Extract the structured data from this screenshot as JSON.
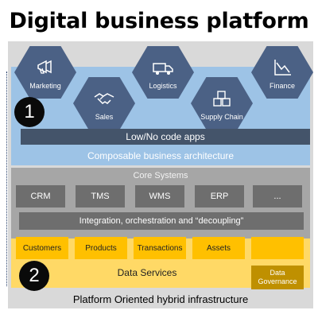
{
  "title": "Digital business platform",
  "business_apps": [
    {
      "label": "Marketing",
      "icon": "megaphone-icon"
    },
    {
      "label": "Sales",
      "icon": "handshake-icon"
    },
    {
      "label": "Logistics",
      "icon": "truck-icon"
    },
    {
      "label": "Supply Chain",
      "icon": "boxes-icon"
    },
    {
      "label": "Finance",
      "icon": "chart-icon"
    }
  ],
  "marker_1": "1",
  "marker_2": "2",
  "low_code": "Low/No code apps",
  "composable": "Composable business architecture",
  "core": {
    "label": "Core Systems",
    "systems": [
      "CRM",
      "TMS",
      "WMS",
      "ERP",
      "..."
    ]
  },
  "integration": "Integration, orchestration and “decoupling”",
  "data": {
    "entities": [
      "Customers",
      "Products",
      "Transactions",
      "Assets",
      ""
    ],
    "services": "Data Services",
    "governance": "Data Governance"
  },
  "infrastructure": "Platform Oriented hybrid infrastructure",
  "colors": {
    "hexagon": "#4b6185",
    "composable": "#9dc3e6",
    "low_code": "#44546a",
    "core": "#a6a6a6",
    "system_box": "#6e6e6e",
    "data_band": "#ffd966",
    "data_box": "#ffc000",
    "governance": "#bf9000"
  }
}
